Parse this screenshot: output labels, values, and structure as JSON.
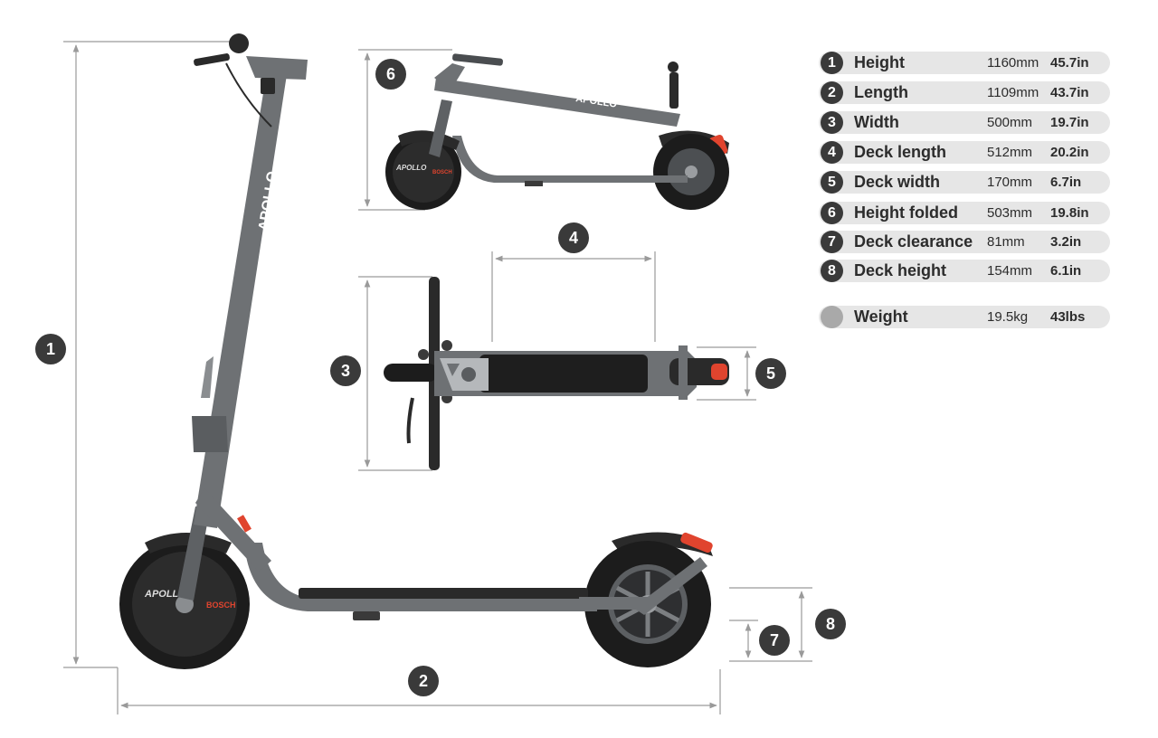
{
  "callouts": {
    "height": "1",
    "length": "2",
    "width": "3",
    "deck_length": "4",
    "deck_width": "5",
    "height_folded": "6",
    "deck_clearance": "7",
    "deck_height": "8"
  },
  "branding": {
    "frame_logo": "APOLLO",
    "motor_brand": "BOSCH"
  },
  "specs": [
    {
      "num": "1",
      "label": "Height",
      "mm": "1160mm",
      "in": "45.7in"
    },
    {
      "num": "2",
      "label": "Length",
      "mm": "1109mm",
      "in": "43.7in"
    },
    {
      "num": "3",
      "label": "Width",
      "mm": "500mm",
      "in": "19.7in"
    },
    {
      "num": "4",
      "label": "Deck length",
      "mm": "512mm",
      "in": "20.2in"
    },
    {
      "num": "5",
      "label": "Deck width",
      "mm": "170mm",
      "in": "6.7in"
    },
    {
      "num": "6",
      "label": "Height folded",
      "mm": "503mm",
      "in": "19.8in"
    },
    {
      "num": "7",
      "label": "Deck clearance",
      "mm": "81mm",
      "in": "3.2in"
    },
    {
      "num": "8",
      "label": "Deck height",
      "mm": "154mm",
      "in": "6.1in"
    }
  ],
  "weight": {
    "label": "Weight",
    "kg": "19.5kg",
    "lbs": "43lbs"
  },
  "colors": {
    "frame": "#6e7174",
    "tire": "#1c1c1c",
    "badge": "#3a3a3a",
    "accent_red": "#e0442e",
    "dimension_line": "#9a9a9a",
    "pill": "#e6e6e6"
  }
}
